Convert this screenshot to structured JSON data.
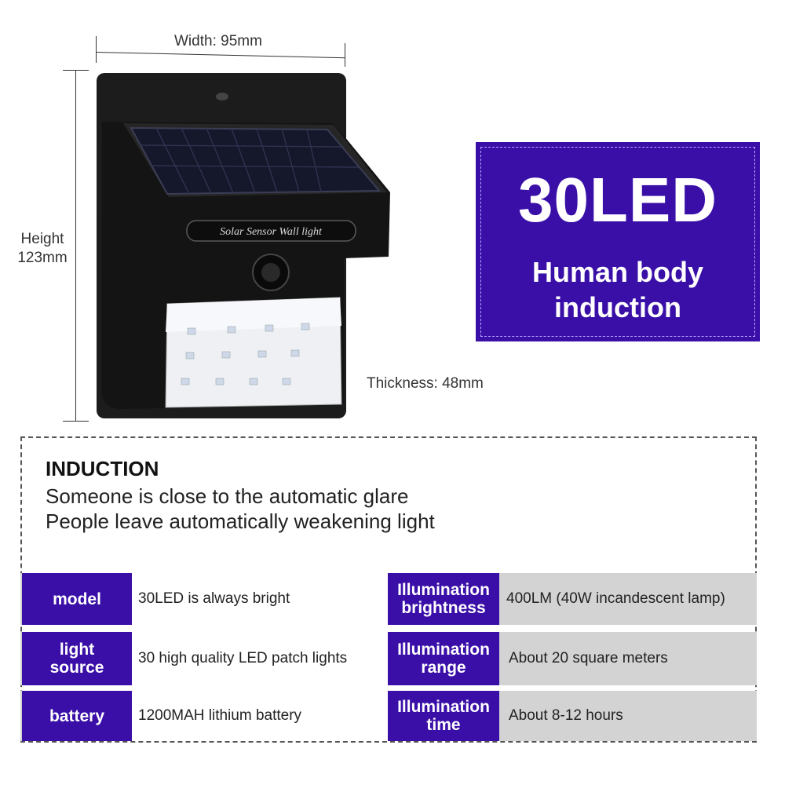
{
  "dimensions": {
    "width": "Width: 95mm",
    "height": "Height\n123mm",
    "thickness": "Thickness: 48mm"
  },
  "product": {
    "panel_label": "Solar Sensor Wall light"
  },
  "badge": {
    "title": "30LED",
    "subtitle": "Human body\ninduction"
  },
  "induction": {
    "title": "INDUCTION",
    "lines": [
      "Someone is close to the automatic glare",
      "People leave automatically weakening light"
    ]
  },
  "specs": [
    {
      "label": "model",
      "value": "30LED is always bright",
      "label2": "Illumination\nbrightness",
      "value2": "400LM (40W incandescent lamp)"
    },
    {
      "label": "light\nsource",
      "value": "30 high quality LED patch lights",
      "label2": "Illumination\nrange",
      "value2": "About 20 square meters"
    },
    {
      "label": "battery",
      "value": "1200MAH lithium battery",
      "label2": "Illumination\ntime",
      "value2": "About 8-12 hours"
    }
  ],
  "colors": {
    "accent": "#3a0fa8",
    "row_bg": "#d3d3d3",
    "product_body": "#1a1a1a"
  }
}
